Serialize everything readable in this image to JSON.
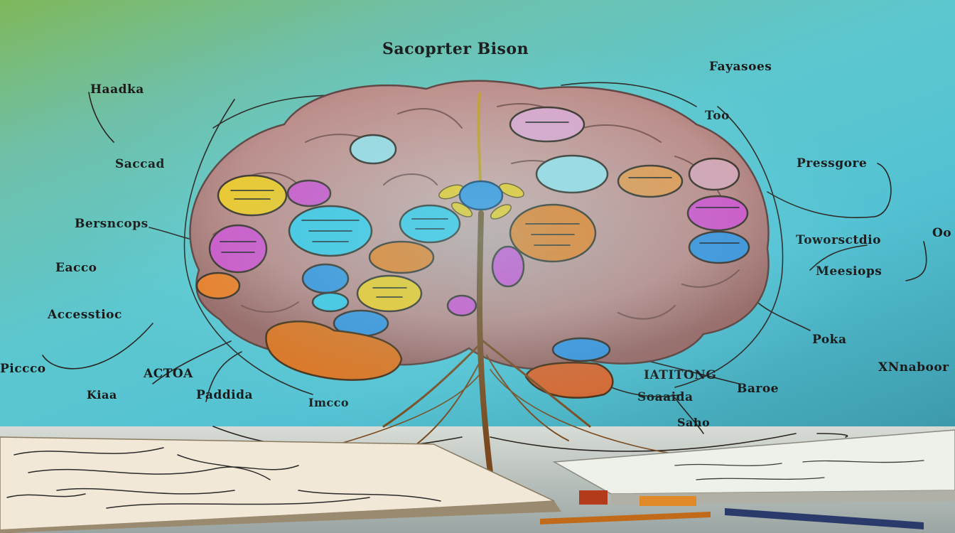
{
  "title": "Sacoprter Bison",
  "labels": {
    "top_right": "Fayasoes",
    "left_1": "Haadka",
    "right_1": "Too",
    "left_2": "Saccad",
    "right_2": "Pressgore",
    "left_3": "Bersncops",
    "right_3": "Toworsctdio",
    "right_3b": "Oo",
    "left_4": "Eacco",
    "right_4": "Meesiops",
    "left_5": "Accesstioc",
    "right_5": "Poka",
    "left_6": "Piccco",
    "bottom_1": "ACTOA",
    "bottom_2": "IATITONG",
    "bottom_3": "Baroe",
    "right_6": "XNnaboor",
    "bottom_4": "Kiaa",
    "bottom_5": "Paddida",
    "bottom_6": "Imcco",
    "bottom_7": "Soaaida",
    "bottom_8": "Saho"
  },
  "colors": {
    "brain": "#c98f8a",
    "brain_shadow": "#9d6a66",
    "cyan": "#3ec3e0",
    "magenta": "#d34fc6",
    "orange": "#f07a1e",
    "yellow": "#f5c51e",
    "blue": "#3a8fd8",
    "stem": "#7a4a1e",
    "paper": "#f1e8d8"
  }
}
